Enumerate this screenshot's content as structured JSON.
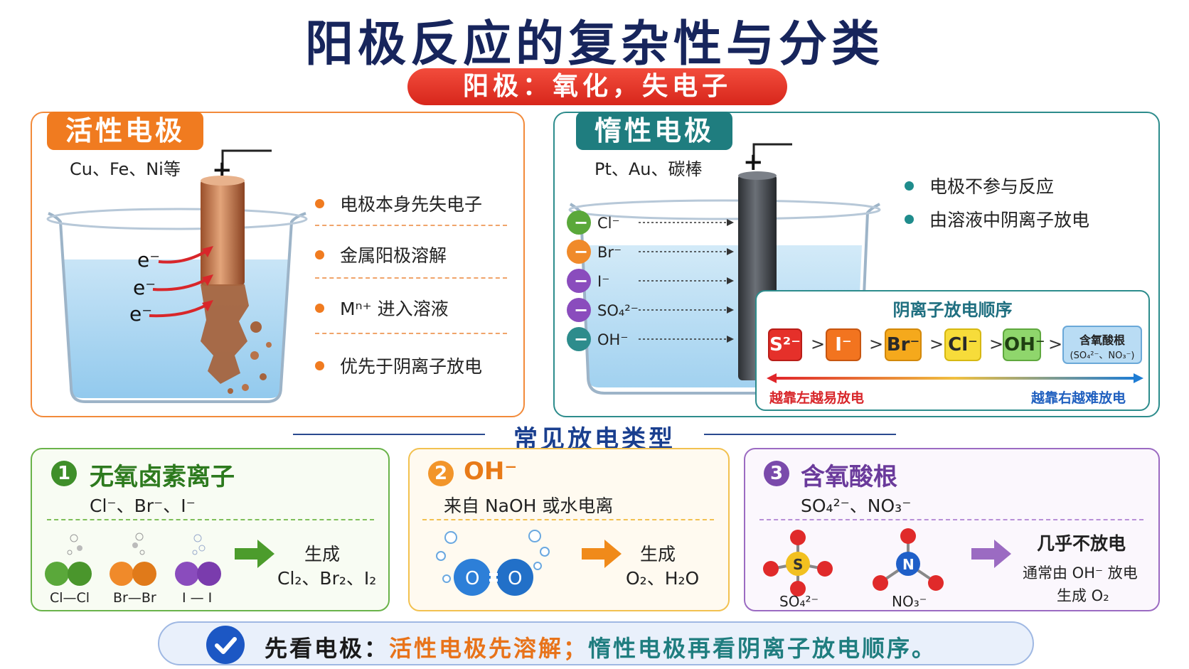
{
  "title": "阳极反应的复杂性与分类",
  "subtitle": "阳极：氧化，失电子",
  "active": {
    "tab": "活性电极",
    "examples": "Cu、Fe、Ni等",
    "plus": "+",
    "electron": "e⁻",
    "bullets": [
      "电极本身先失电子",
      "金属阳极溶解",
      "Mⁿ⁺ 进入溶液",
      "优先于阴离子放电"
    ]
  },
  "inert": {
    "tab": "惰性电极",
    "examples": "Pt、Au、碳棒",
    "plus": "+",
    "bullets": [
      "电极不参与反应",
      "由溶液中阴离子放电"
    ],
    "ions": [
      "Cl⁻",
      "Br⁻",
      "I⁻",
      "SO₄²⁻",
      "OH⁻"
    ],
    "ion_colors": [
      "#5aa83a",
      "#f08a2a",
      "#8a4cbd",
      "#8a4cbd",
      "#2d8c8c"
    ],
    "minus": "−",
    "order": {
      "title": "阴离子放电顺序",
      "items": [
        "S²⁻",
        "I⁻",
        "Br⁻",
        "Cl⁻",
        "OH⁻"
      ],
      "last_line1": "含氧酸根",
      "last_line2": "(SO₄²⁻、NO₃⁻)",
      "gt": ">",
      "left_note": "越靠左越易放电",
      "right_note": "越靠右越难放电"
    }
  },
  "section_title": "常见放电类型",
  "cards": [
    {
      "num": "1",
      "head": "无氧卤素离子",
      "sub": "Cl⁻、Br⁻、I⁻",
      "mol_labels": [
        "Cl—Cl",
        "Br—Br",
        "I — I"
      ],
      "result_label": "生成",
      "result": "Cl₂、Br₂、I₂"
    },
    {
      "num": "2",
      "head": "OH⁻",
      "sub": "来自 NaOH 或水电离",
      "atom": "O",
      "result_label": "生成",
      "result": "O₂、H₂O"
    },
    {
      "num": "3",
      "head": "含氧酸根",
      "sub": "SO₄²⁻、NO₃⁻",
      "center_s": "S",
      "center_n": "N",
      "label_so4": "SO₄²⁻",
      "label_no3": "NO₃⁻",
      "result_label": "几乎不放电",
      "note1": "通常由 OH⁻ 放电",
      "note2": "生成 O₂"
    }
  ],
  "bottom": {
    "part1": "先看电极：",
    "part2": "活性电极先溶解；",
    "part3": "惰性电极再看阴离子放电顺序。"
  }
}
